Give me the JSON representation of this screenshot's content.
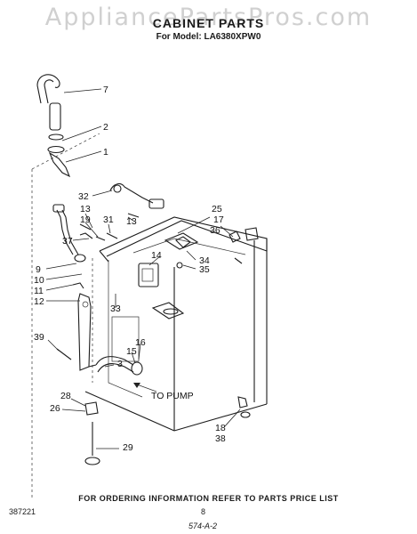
{
  "watermark": "AppliancePartsPros.com",
  "title": "CABINET PARTS",
  "subtitle": "For Model: LA6380XPW0",
  "footer_note": "FOR ORDERING INFORMATION REFER TO PARTS PRICE LIST",
  "ref_number": "387221",
  "page_number": "8",
  "page_code": "574-A-2",
  "arrow_label": "TO PUMP",
  "callouts": [
    "7",
    "2",
    "1",
    "32",
    "13",
    "19",
    "31",
    "13",
    "25",
    "17",
    "36",
    "34",
    "35",
    "37",
    "9",
    "10",
    "11",
    "12",
    "14",
    "33",
    "39",
    "16",
    "15",
    "3",
    "28",
    "26",
    "29",
    "18",
    "38"
  ]
}
